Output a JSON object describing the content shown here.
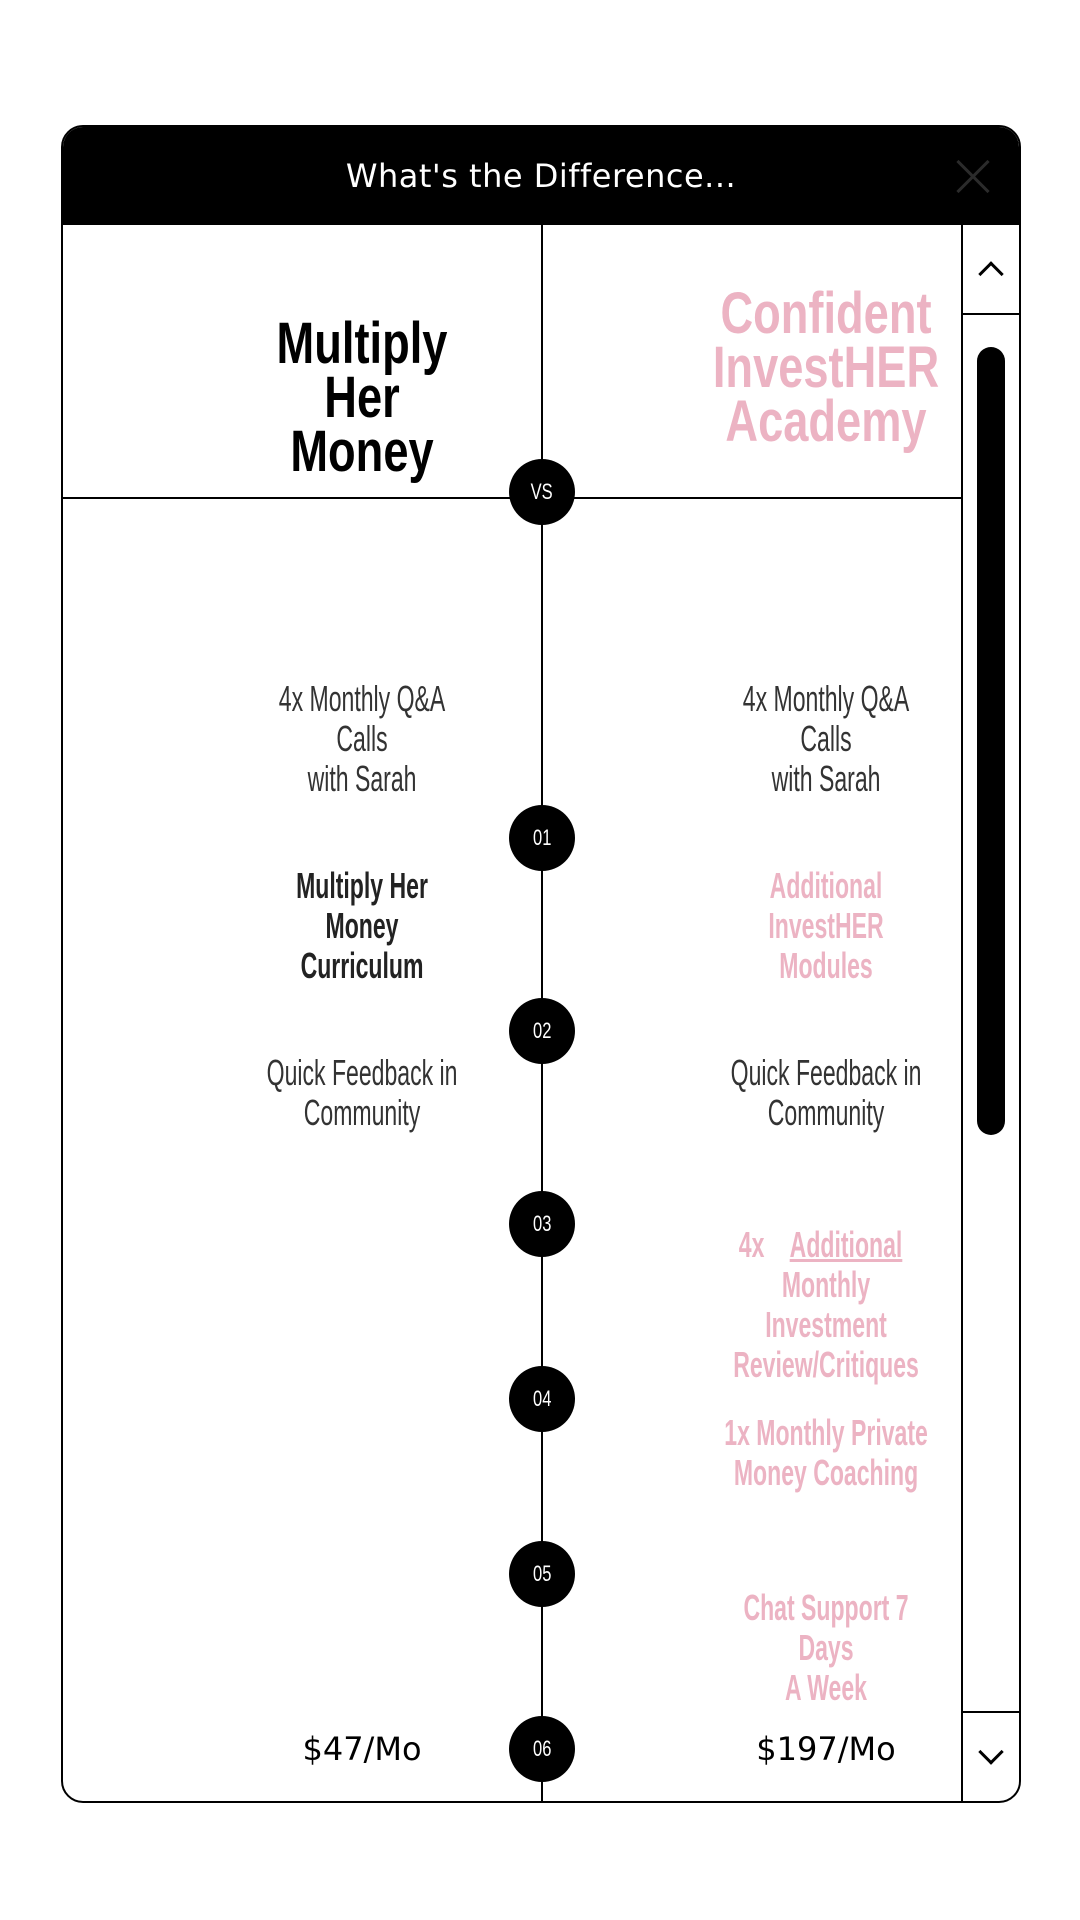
{
  "modal": {
    "title": "What's the Difference..."
  },
  "plans": {
    "left": {
      "name_line1": "Multiply Her",
      "name_line2": "Money",
      "price": "$47/Mo"
    },
    "right": {
      "name_line1": "Confident",
      "name_line2": "InvestHER",
      "name_line3": "Academy",
      "price": "$197/Mo"
    },
    "vs": "VS"
  },
  "features": [
    {
      "num": "01",
      "left_l1": "4x Monthly Q&A Calls",
      "left_l2": "with Sarah",
      "right_l1": "4x Monthly Q&A Calls",
      "right_l2": "with Sarah"
    },
    {
      "num": "02",
      "left_l1": "Multiply Her Money",
      "left_l2": "Curriculum",
      "right_l1": "Additional InvestHER",
      "right_l2": "Modules"
    },
    {
      "num": "03",
      "left_l1": "Quick Feedback in",
      "left_l2": "Community",
      "right_l1": "Quick Feedback in",
      "right_l2": "Community"
    },
    {
      "num": "04",
      "right_a": "4x",
      "right_b": "Additional",
      "right_c": "Monthly",
      "right_l2": "Investment",
      "right_l3": "Review/Critiques"
    },
    {
      "num": "05",
      "right_l1": "1x Monthly Private",
      "right_l2": "Money Coaching"
    },
    {
      "num": "06",
      "right_l1": "Chat Support 7 Days",
      "right_l2": "A Week"
    }
  ],
  "colors": {
    "accent_pink": "#ecb3c3",
    "header_bg": "#000000"
  },
  "icons": {
    "close": "close-icon",
    "scroll_up": "chevron-up-icon",
    "scroll_down": "chevron-down-icon"
  }
}
